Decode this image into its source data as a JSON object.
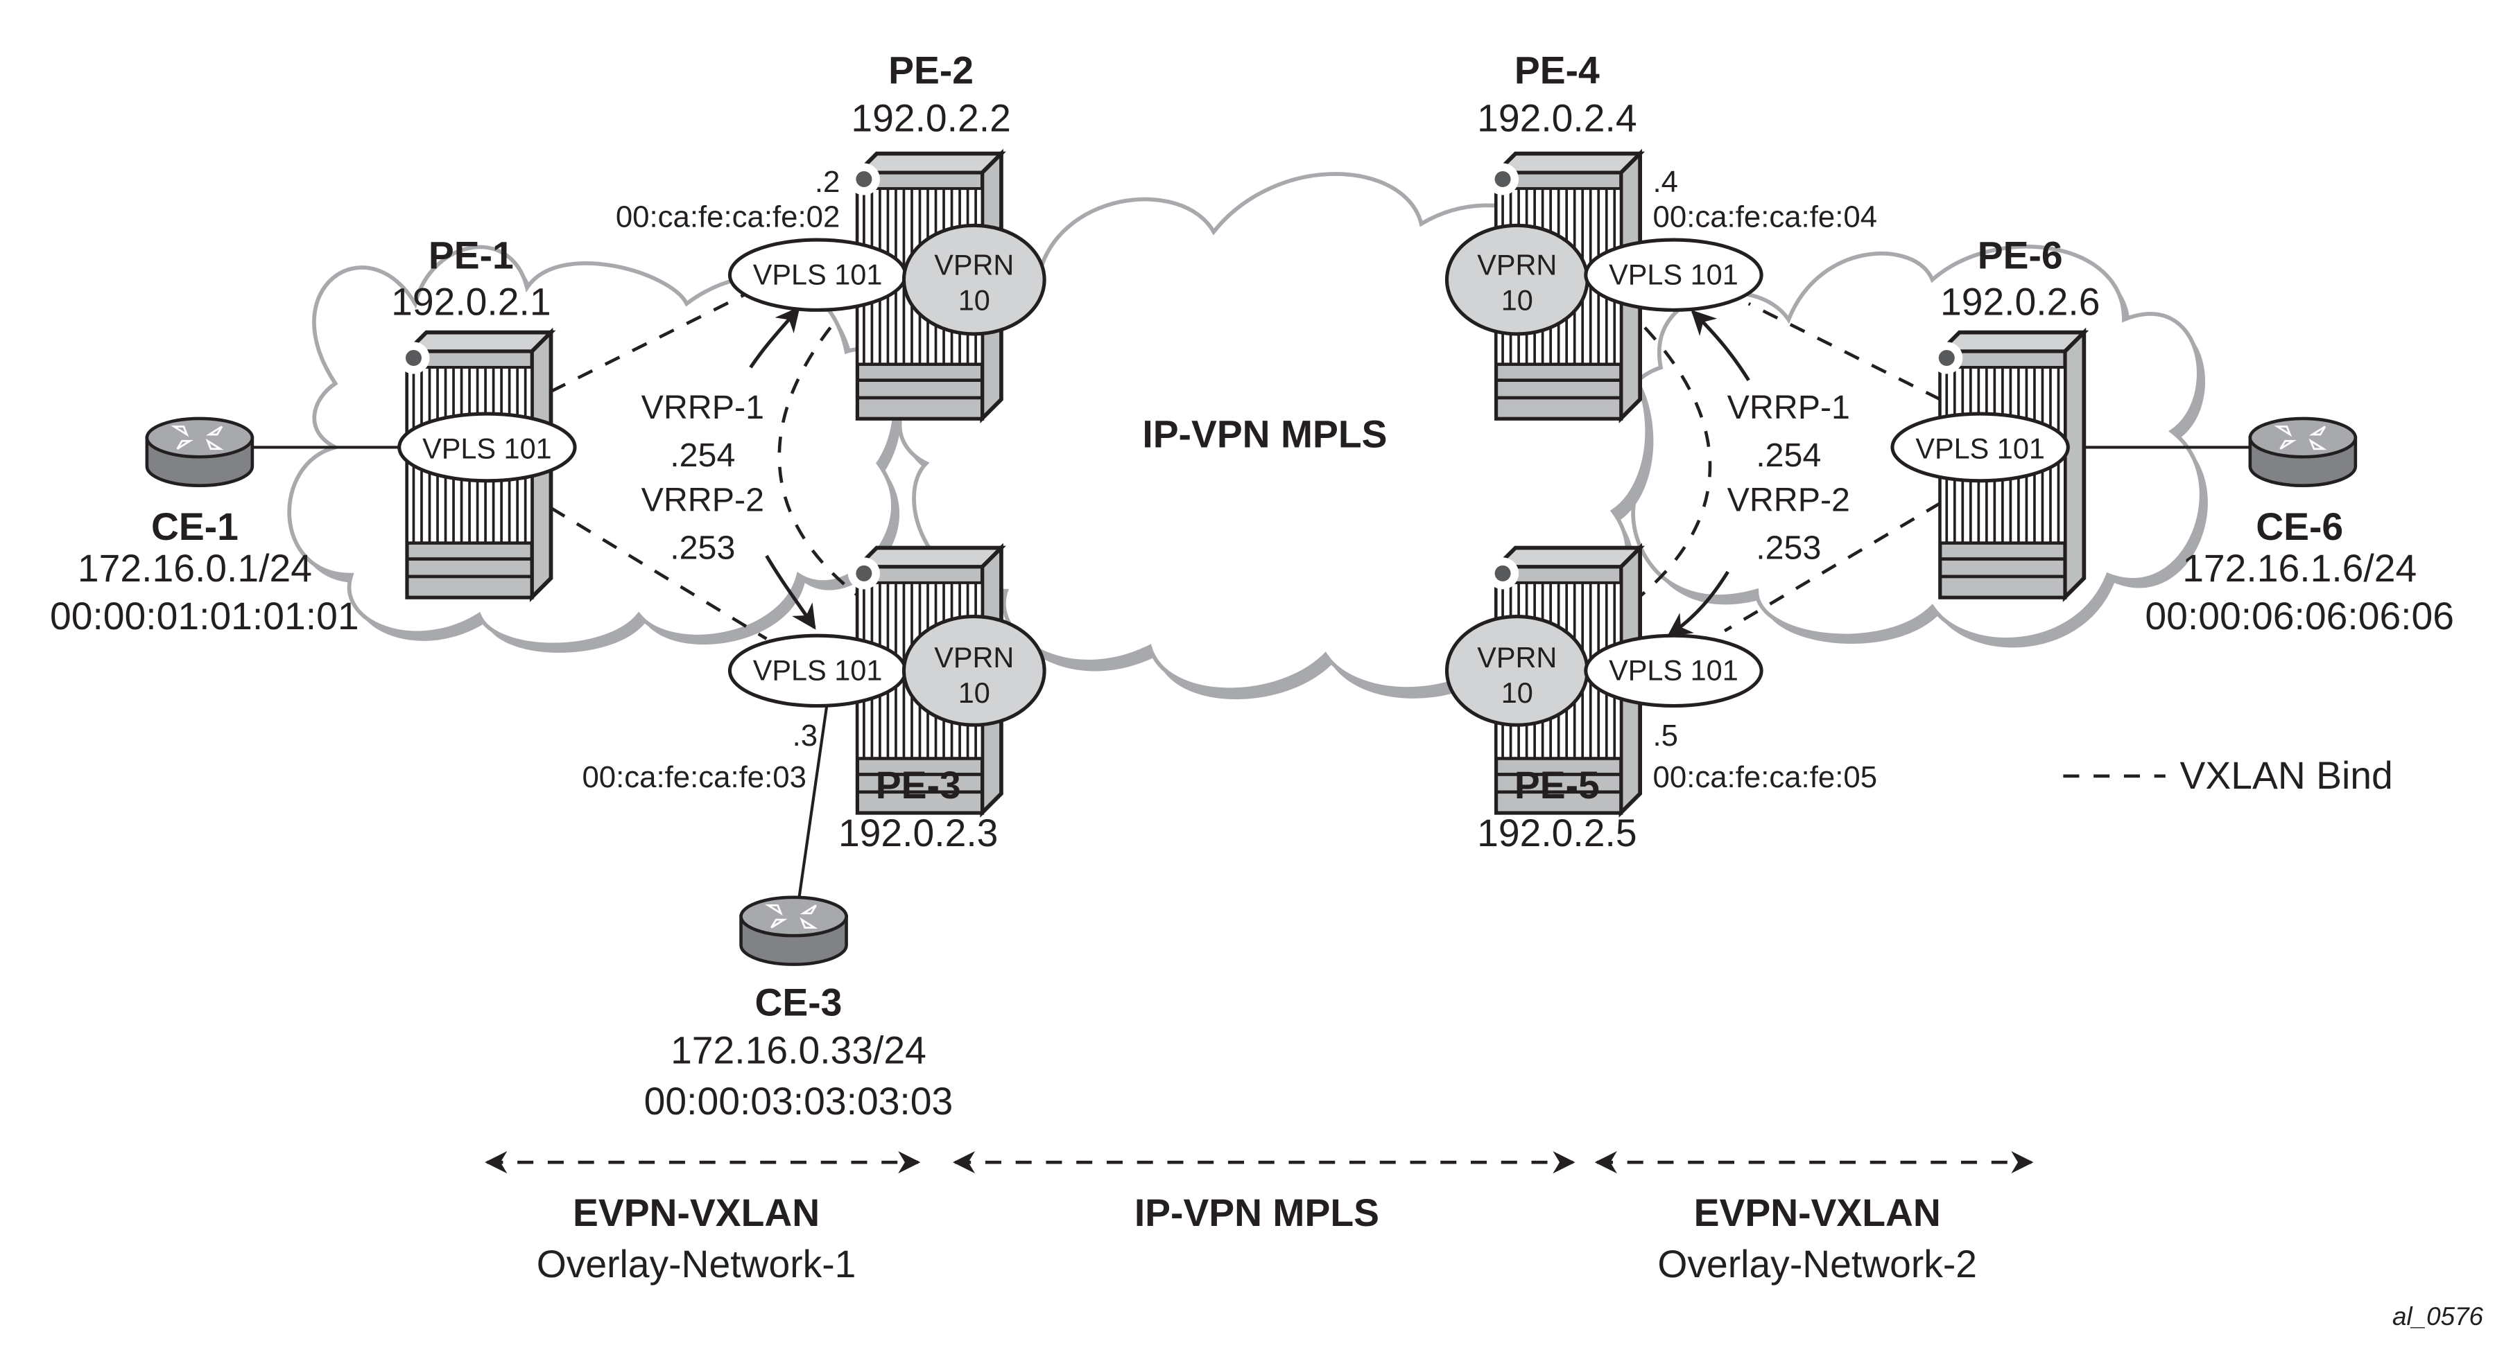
{
  "diagram": {
    "title": "EVPN-VXLAN to IP-VPN MPLS interconnect",
    "figure_id": "al_0576",
    "core_cloud_label": "IP-VPN MPLS",
    "legend": {
      "vxlan_bind": "VXLAN Bind"
    },
    "nodes": {
      "pe1": {
        "name": "PE-1",
        "ip": "192.0.2.1",
        "vpls": "VPLS 101"
      },
      "pe2": {
        "name": "PE-2",
        "ip": "192.0.2.2",
        "vpls": "VPLS 101",
        "vprn_line1": "VPRN",
        "vprn_line2": "10",
        "suffix": ".2",
        "mac": "00:ca:fe:ca:fe:02"
      },
      "pe3": {
        "name": "PE-3",
        "ip": "192.0.2.3",
        "vpls": "VPLS 101",
        "vprn_line1": "VPRN",
        "vprn_line2": "10",
        "suffix": ".3",
        "mac": "00:ca:fe:ca:fe:03"
      },
      "pe4": {
        "name": "PE-4",
        "ip": "192.0.2.4",
        "vpls": "VPLS 101",
        "vprn_line1": "VPRN",
        "vprn_line2": "10",
        "suffix": ".4",
        "mac": "00:ca:fe:ca:fe:04"
      },
      "pe5": {
        "name": "PE-5",
        "ip": "192.0.2.5",
        "vpls": "VPLS 101",
        "vprn_line1": "VPRN",
        "vprn_line2": "10",
        "suffix": ".5",
        "mac": "00:ca:fe:ca:fe:05"
      },
      "pe6": {
        "name": "PE-6",
        "ip": "192.0.2.6",
        "vpls": "VPLS 101"
      },
      "ce1": {
        "name": "CE-1",
        "ip": "172.16.0.1/24",
        "mac": "00:00:01:01:01:01"
      },
      "ce3": {
        "name": "CE-3",
        "ip": "172.16.0.33/24",
        "mac": "00:00:03:03:03:03"
      },
      "ce6": {
        "name": "CE-6",
        "ip": "172.16.1.6/24",
        "mac": "00:00:06:06:06:06"
      }
    },
    "vrrp_left": {
      "vrrp1": "VRRP-1",
      "vrrp1_ip": ".254",
      "vrrp2": "VRRP-2",
      "vrrp2_ip": ".253"
    },
    "vrrp_right": {
      "vrrp1": "VRRP-1",
      "vrrp1_ip": ".254",
      "vrrp2": "VRRP-2",
      "vrrp2_ip": ".253"
    },
    "domains": [
      {
        "title": "EVPN-VXLAN",
        "subtitle": "Overlay-Network-1"
      },
      {
        "title": "IP-VPN MPLS",
        "subtitle": ""
      },
      {
        "title": "EVPN-VXLAN",
        "subtitle": "Overlay-Network-2"
      }
    ]
  }
}
